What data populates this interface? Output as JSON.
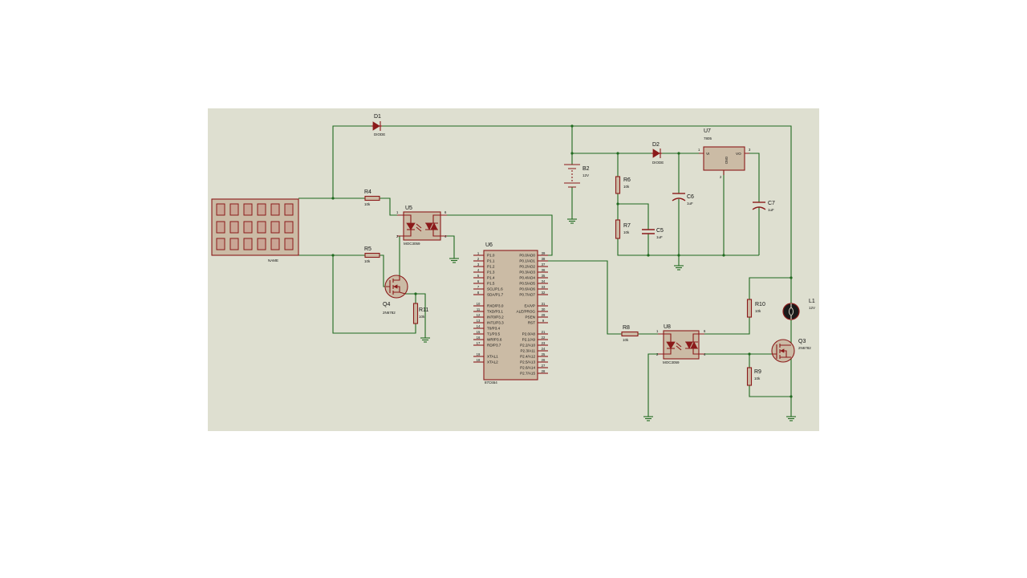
{
  "colors": {
    "slide": "#ffffff",
    "panel": "#dedfd0",
    "wire": "#1f6a1f",
    "component": "#8b1a1a",
    "component_fill": "#cbbba5"
  },
  "sensor": {
    "label": "NAME"
  },
  "d1": {
    "ref": "D1",
    "value": "DIODE"
  },
  "d2": {
    "ref": "D2",
    "value": "DIODE"
  },
  "b2": {
    "ref": "B2",
    "value": "12V"
  },
  "r4": {
    "ref": "R4",
    "value": "10k"
  },
  "r5": {
    "ref": "R5",
    "value": "10k"
  },
  "r6": {
    "ref": "R6",
    "value": "10k"
  },
  "r7": {
    "ref": "R7",
    "value": "10k"
  },
  "r8": {
    "ref": "R8",
    "value": "10k"
  },
  "r9": {
    "ref": "R9",
    "value": "10k"
  },
  "r10": {
    "ref": "R10",
    "value": "10k"
  },
  "r11": {
    "ref": "R11",
    "value": "10k"
  },
  "c5": {
    "ref": "C5",
    "value": "1uF"
  },
  "c6": {
    "ref": "C6",
    "value": "1uF"
  },
  "c7": {
    "ref": "C7",
    "value": "1uF"
  },
  "u5": {
    "ref": "U5",
    "value": "MOC3059",
    "pin1": "1",
    "pin2": "2",
    "pin6": "6",
    "pin4": "4"
  },
  "u8": {
    "ref": "U8",
    "value": "MOC3059",
    "pin1": "1",
    "pin2": "2",
    "pin6": "6",
    "pin4": "4"
  },
  "q4": {
    "ref": "Q4",
    "value": "2N6782"
  },
  "q3": {
    "ref": "Q3",
    "value": "2N6782"
  },
  "l1": {
    "ref": "L1",
    "value": "12V"
  },
  "u7": {
    "ref": "U7",
    "value": "7805",
    "vi": "VI",
    "vo": "VO",
    "gnd": "GND",
    "pin_in": "1",
    "pin_gnd": "2",
    "pin_out": "3"
  },
  "u6": {
    "ref": "U6",
    "value": "87C654",
    "left_groups": [
      [
        {
          "num": "1",
          "name": "P1.0"
        },
        {
          "num": "2",
          "name": "P1.1"
        },
        {
          "num": "3",
          "name": "P1.2"
        },
        {
          "num": "4",
          "name": "P1.3"
        },
        {
          "num": "5",
          "name": "P1.4"
        },
        {
          "num": "6",
          "name": "P1.5"
        },
        {
          "num": "7",
          "name": "SCL/P1.6"
        },
        {
          "num": "8",
          "name": "SDA/P1.7"
        }
      ],
      [
        {
          "num": "10",
          "name": "RXD/P3.0"
        },
        {
          "num": "11",
          "name": "TXD/P3.1"
        },
        {
          "num": "12",
          "name": "INT0/P3.2"
        },
        {
          "num": "13",
          "name": "INT1/P3.3"
        },
        {
          "num": "14",
          "name": "T0/P3.4"
        },
        {
          "num": "15",
          "name": "T1/P3.5"
        },
        {
          "num": "16",
          "name": "WR/P3.6"
        },
        {
          "num": "17",
          "name": "RD/P3.7"
        }
      ],
      [
        {
          "num": "19",
          "name": "XTAL1"
        },
        {
          "num": "18",
          "name": "XTAL2"
        }
      ]
    ],
    "right_groups": [
      [
        {
          "num": "39",
          "name": "P0.0/AD0"
        },
        {
          "num": "38",
          "name": "P0.1/AD1"
        },
        {
          "num": "37",
          "name": "P0.2/AD2"
        },
        {
          "num": "36",
          "name": "P0.3/AD3"
        },
        {
          "num": "35",
          "name": "P0.4/AD4"
        },
        {
          "num": "34",
          "name": "P0.5/AD5"
        },
        {
          "num": "33",
          "name": "P0.6/AD6"
        },
        {
          "num": "32",
          "name": "P0.7/AD7"
        }
      ],
      [
        {
          "num": "31",
          "name": "EA/VP"
        },
        {
          "num": "30",
          "name": "ALE/PROG"
        },
        {
          "num": "29",
          "name": "PSEN"
        },
        {
          "num": "9",
          "name": "RST"
        }
      ],
      [
        {
          "num": "21",
          "name": "P2.0/A8"
        },
        {
          "num": "22",
          "name": "P2.1/A9"
        },
        {
          "num": "23",
          "name": "P2.2/A10"
        },
        {
          "num": "24",
          "name": "P2.3/A11"
        },
        {
          "num": "25",
          "name": "P2.4/A12"
        },
        {
          "num": "26",
          "name": "P2.5/A13"
        },
        {
          "num": "27",
          "name": "P2.6/A14"
        },
        {
          "num": "28",
          "name": "P2.7/A15"
        }
      ]
    ]
  }
}
